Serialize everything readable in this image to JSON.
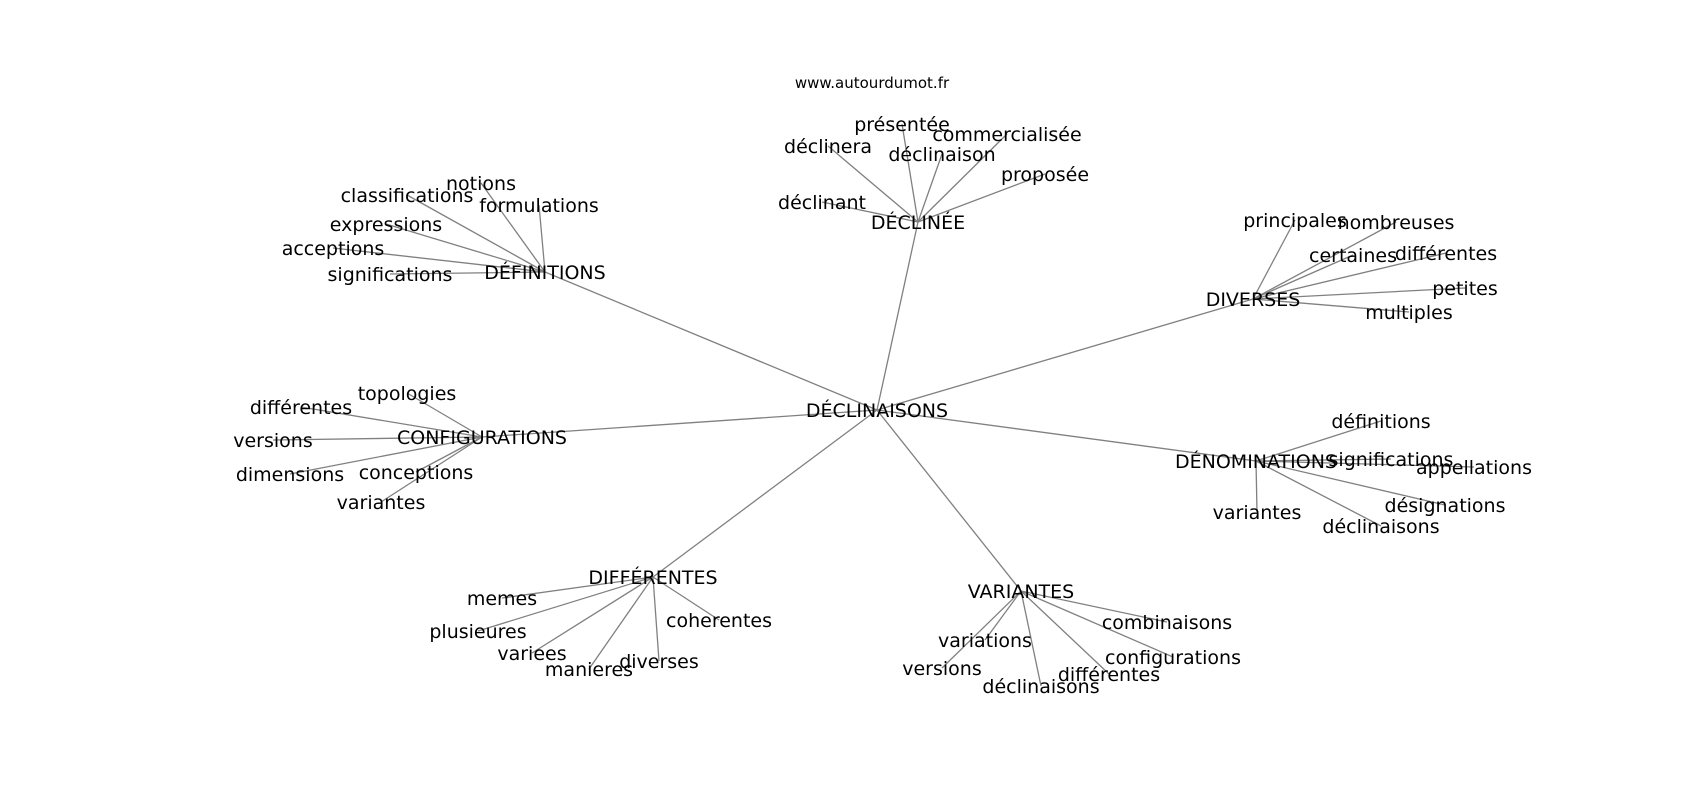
{
  "source": "www.autourdumot.fr",
  "colors": {
    "edge": "#808080",
    "text": "#000000",
    "background": "#ffffff"
  },
  "center": "DÉCLINAISONS",
  "groups": [
    {
      "id": "declinee",
      "label": "DÉCLINÉE",
      "words": [
        "présentée",
        "commercialisée",
        "déclinera",
        "déclinaison",
        "proposée",
        "déclinant"
      ]
    },
    {
      "id": "definitions",
      "label": "DÉFINITIONS",
      "words": [
        "notions",
        "classifications",
        "formulations",
        "expressions",
        "acceptions",
        "significations"
      ]
    },
    {
      "id": "diverses",
      "label": "DIVERSES",
      "words": [
        "principales",
        "nombreuses",
        "certaines",
        "différentes",
        "petites",
        "multiples"
      ]
    },
    {
      "id": "configurations",
      "label": "CONFIGURATIONS",
      "words": [
        "topologies",
        "différentes",
        "versions",
        "dimensions",
        "conceptions",
        "variantes"
      ]
    },
    {
      "id": "denominations",
      "label": "DÉNOMINATIONS",
      "words": [
        "définitions",
        "significations",
        "appellations",
        "variantes",
        "désignations",
        "déclinaisons"
      ]
    },
    {
      "id": "differentes",
      "label": "DIFFÉRENTES",
      "words": [
        "memes",
        "coherentes",
        "plusieures",
        "variees",
        "diverses",
        "manieres"
      ]
    },
    {
      "id": "variantes",
      "label": "VARIANTES",
      "words": [
        "combinaisons",
        "variations",
        "configurations",
        "versions",
        "différentes",
        "déclinaisons"
      ]
    }
  ]
}
